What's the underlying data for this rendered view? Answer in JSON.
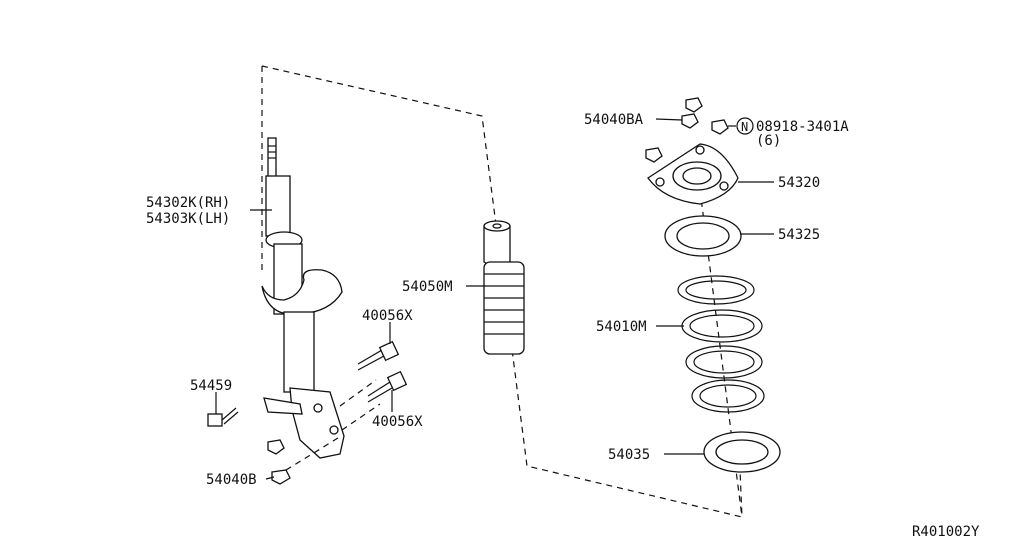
{
  "labels": {
    "strut": "54302K(RH)",
    "strut_lh": "54303K(LH)",
    "bolt_upper": "40056X",
    "bolt_lower": "40056X",
    "bolt_small": "54459",
    "nut_lower": "54040B",
    "bound_bumper": "54050M",
    "top_nut": "54040BA",
    "nut_std": "08918-3401A",
    "nut_std_n": "N",
    "nut_std_qty": "(6)",
    "mount": "54320",
    "bearing": "54325",
    "spring": "54010M",
    "seat": "54035",
    "ref": "R401002Y"
  }
}
